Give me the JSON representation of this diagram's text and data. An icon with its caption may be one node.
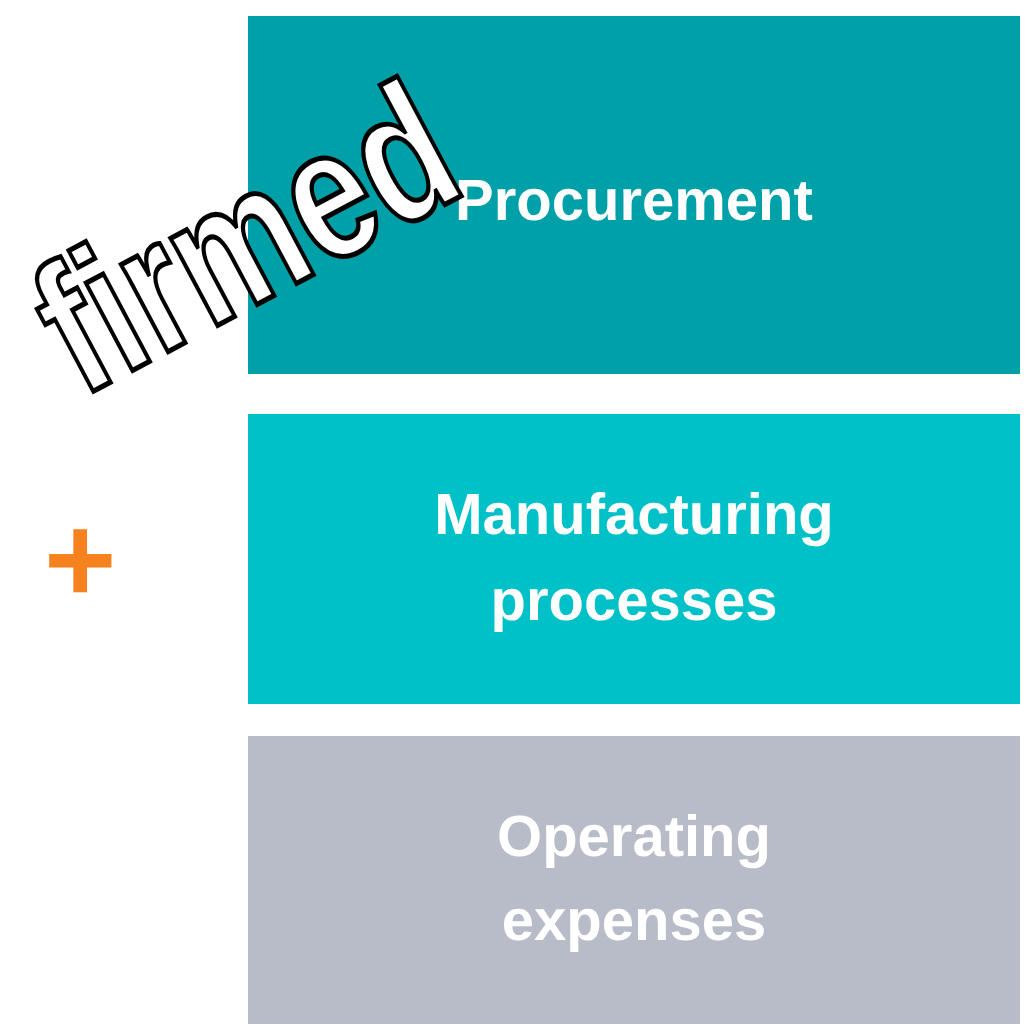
{
  "diagram": {
    "nodes": [
      {
        "text": [
          "Procurement"
        ]
      },
      {
        "text": [
          "Manufacturing processes"
        ]
      },
      {
        "text": [
          "Operating expenses"
        ]
      }
    ],
    "labels": [
      "+",
      "firmed"
    ]
  }
}
